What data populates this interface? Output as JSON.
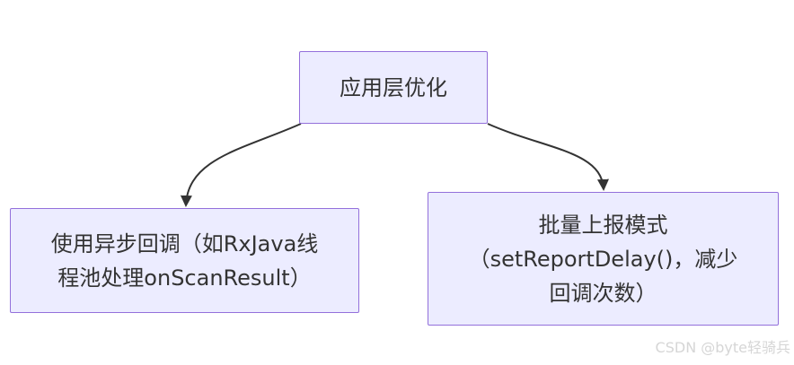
{
  "diagram": {
    "type": "flowchart",
    "nodes": {
      "root": {
        "label": "应用层优化"
      },
      "left": {
        "label": "使用异步回调（如RxJava线程池处理onScanResult）",
        "lines": [
          "使用异步回调（如RxJava线",
          "程池处理onScanResult）"
        ]
      },
      "right": {
        "label": "批量上报模式（setReportDelay()，减少回调次数）",
        "lines": [
          "批量上报模式",
          "（setReportDelay()，减少",
          "回调次数）"
        ]
      }
    },
    "edges": [
      {
        "from": "root",
        "to": "left"
      },
      {
        "from": "root",
        "to": "right"
      }
    ],
    "colors": {
      "node_fill": "#ECECFF",
      "node_border": "#9370DB",
      "edge": "#333333",
      "text": "#333333"
    }
  },
  "watermark": {
    "text": "CSDN @byte轻骑兵",
    "color": "#D6D6D6"
  }
}
